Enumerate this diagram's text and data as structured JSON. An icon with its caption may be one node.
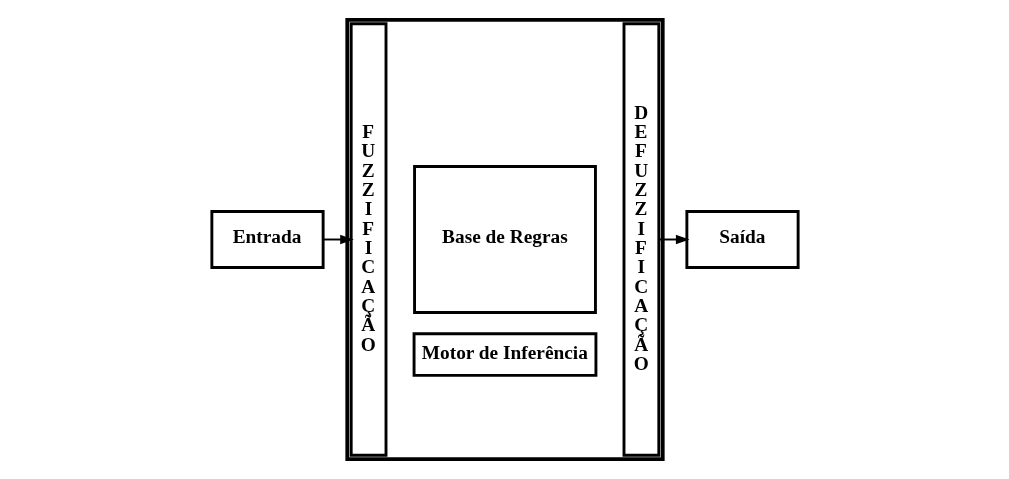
{
  "diagram": {
    "nodes": [
      {
        "text": [
          "Entrada"
        ]
      },
      {
        "text": [],
        "shape": "box"
      },
      {
        "text": [
          "FUZZIFICAÇÃO"
        ],
        "in": 1
      },
      {
        "text": [
          "Base de Regras"
        ],
        "in": 1
      },
      {
        "text": [
          "Motor de Inferência"
        ],
        "in": 1
      },
      {
        "text": [
          "DEFUZZIFICAÇÃO"
        ],
        "in": 1
      },
      {
        "text": [
          "Saída"
        ]
      }
    ],
    "edges": [
      {
        "from": 0,
        "to": 2,
        "arrow": "to"
      },
      {
        "from": 5,
        "to": 6,
        "arrow": "to"
      }
    ]
  }
}
